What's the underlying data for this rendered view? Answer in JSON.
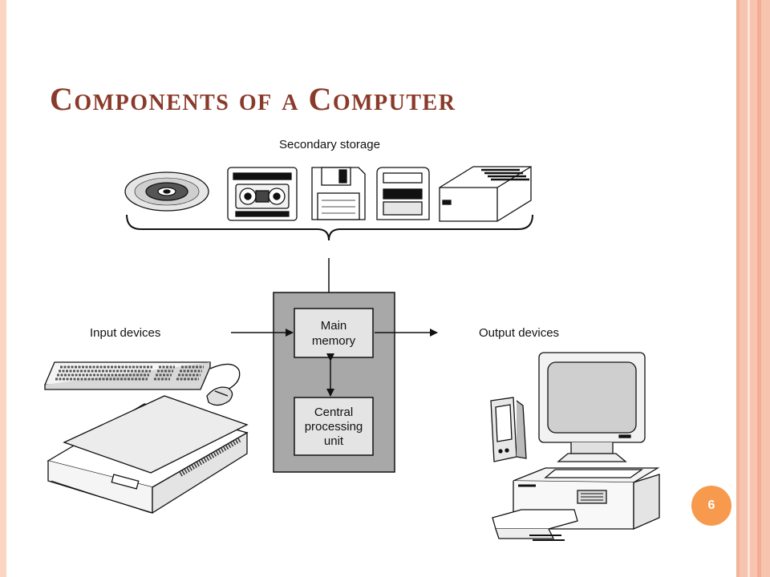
{
  "slide": {
    "title": "Components of a Computer",
    "page_number": "6"
  },
  "diagram": {
    "secondary_storage_label": "Secondary storage",
    "input_devices_label": "Input devices",
    "output_devices_label": "Output devices",
    "main_memory_line1": "Main",
    "main_memory_line2": "memory",
    "cpu_line1": "Central",
    "cpu_line2": "processing",
    "cpu_line3": "unit",
    "storage_icons": [
      "cd-disc-icon",
      "tape-cassette-icon",
      "floppy-disk-icon",
      "zip-disk-icon",
      "external-drive-icon"
    ],
    "input_icons": [
      "keyboard-icon",
      "mouse-icon",
      "scanner-icon"
    ],
    "output_icons": [
      "pda-icon",
      "monitor-icon",
      "printer-icon"
    ]
  },
  "colors": {
    "title": "#8a3a2a",
    "accent_orange": "#f79a4d",
    "box_gray": "#a8a8a8",
    "side_border": "#f7c4b0"
  }
}
